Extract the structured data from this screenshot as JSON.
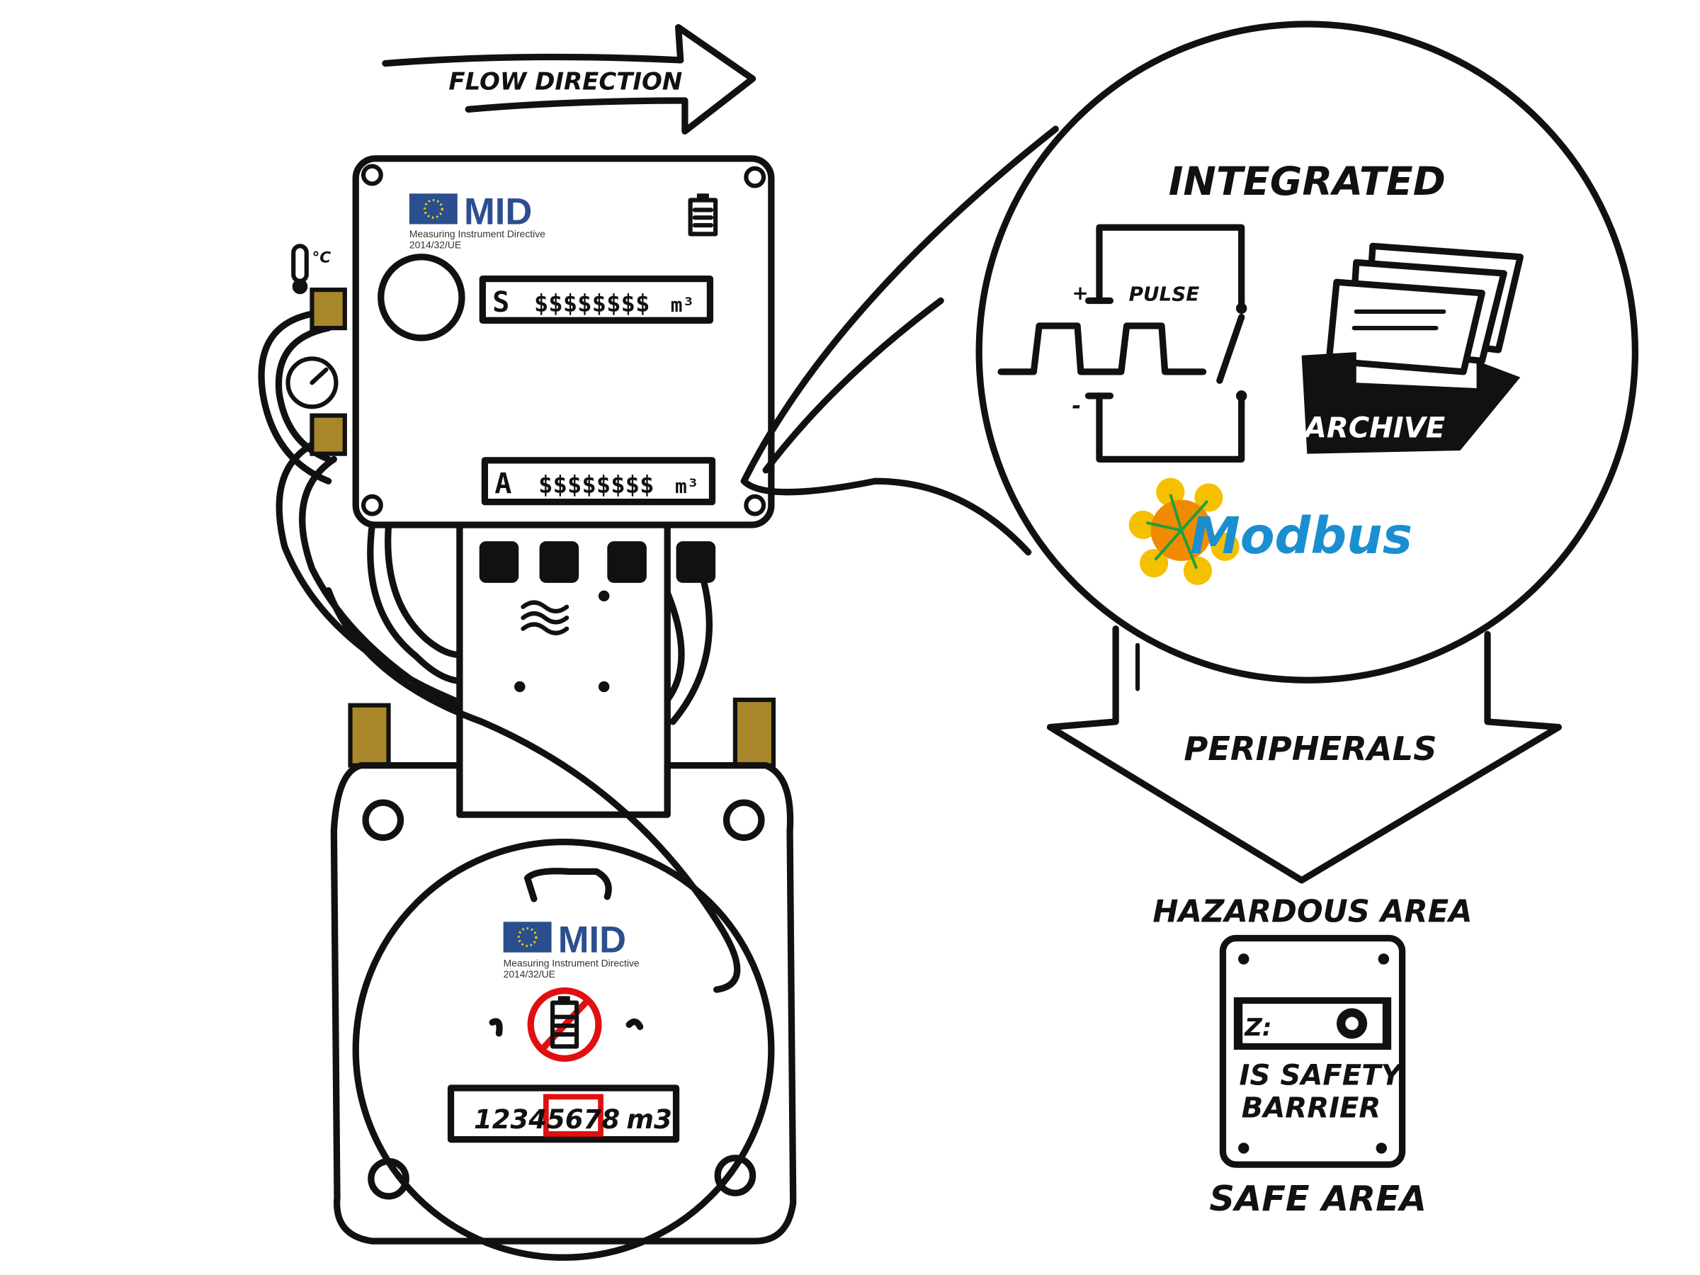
{
  "labels": {
    "flow_direction": "FLOW DIRECTION",
    "integrated": "INTEGRATED",
    "pulse": "PULSE",
    "pulse_plus": "+",
    "pulse_minus": "-",
    "archive": "ARCHIVE",
    "modbus": "Modbus",
    "peripherals": "PERIPHERALS",
    "hazardous_area": "HAZARDOUS AREA",
    "safe_area": "SAFE AREA",
    "barrier_line1": "IS SAFETY",
    "barrier_line2": "BARRIER",
    "barrier_display": "Z:"
  },
  "mid_logo": {
    "mark": "MID",
    "line1": "Measuring Instrument Directive",
    "line2": "2014/32/UE"
  },
  "electronic_head": {
    "display_top": {
      "prefix": "S",
      "digits": "$$$$$$$$",
      "unit": "m³"
    },
    "display_bottom": {
      "prefix": "A",
      "digits": "$$$$$$$$",
      "unit": "m³"
    },
    "thermometer_unit": "°C"
  },
  "mechanical_counter": {
    "digits_plain": "12345",
    "digits_highlighted": "678",
    "unit": "m3"
  },
  "colors": {
    "eu_blue": "#2b4f8e",
    "eu_star": "#f5d800",
    "modbus_blue": "#1a8fd0",
    "modbus_orange": "#f5a800",
    "warning_red": "#e01010",
    "brass": "#a8862a"
  }
}
